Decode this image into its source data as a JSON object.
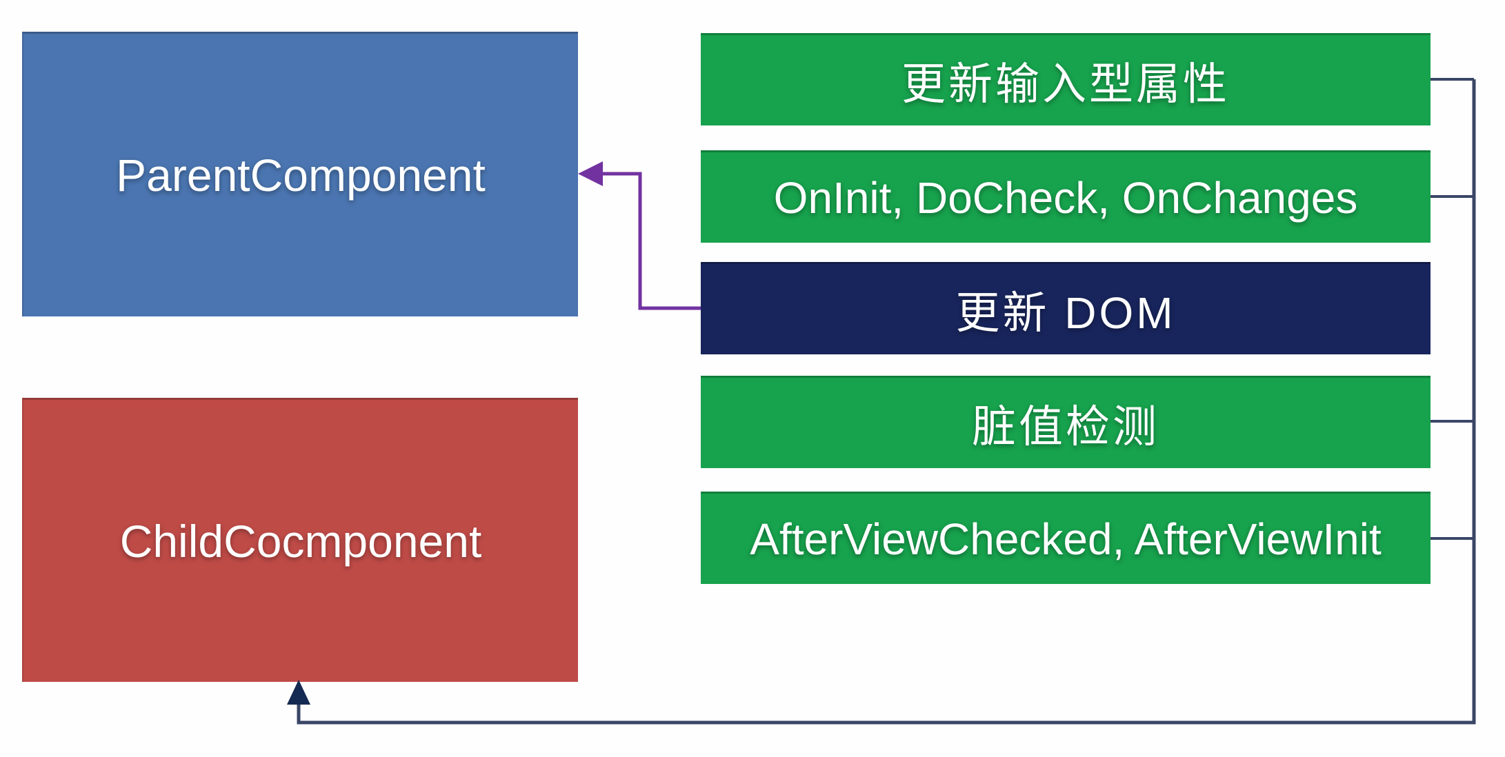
{
  "diagram": {
    "parent_component": {
      "label": "ParentComponent",
      "color": "#4a75b0"
    },
    "child_component": {
      "label": "ChildCocmponent",
      "color": "#bf4b47"
    },
    "lifecycle_bars": [
      {
        "label": "更新输入型属性",
        "color": "#17a24d"
      },
      {
        "label": "OnInit, DoCheck, OnChanges",
        "color": "#17a24d"
      },
      {
        "label": "更新 DOM",
        "color": "#18255c"
      },
      {
        "label": "脏值检测",
        "color": "#17a24d"
      },
      {
        "label": "AfterViewChecked, AfterViewInit",
        "color": "#17a24d"
      }
    ],
    "connectors": {
      "purple_arrow_color": "#7232a0",
      "line_color": "#394666",
      "arrowhead_color": "#152a52"
    }
  }
}
